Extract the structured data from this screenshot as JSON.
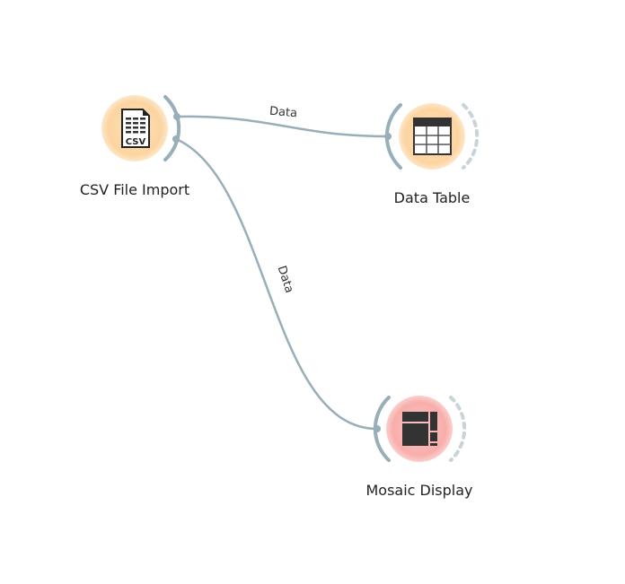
{
  "nodes": [
    {
      "id": "csv",
      "label": "CSV File Import",
      "icon": "csv-file-icon",
      "color": "#fcd9a6"
    },
    {
      "id": "table",
      "label": "Data Table",
      "icon": "table-icon",
      "color": "#fcd9a6"
    },
    {
      "id": "mosaic",
      "label": "Mosaic Display",
      "icon": "mosaic-icon",
      "color": "#f9b1ad"
    }
  ],
  "links": [
    {
      "from": "CSV File Import",
      "to": "Data Table",
      "label": "Data"
    },
    {
      "from": "CSV File Import",
      "to": "Mosaic Display",
      "label": "Data"
    }
  ],
  "icon_text": {
    "csv": "CSV"
  },
  "colors": {
    "link": "#98aeb8",
    "arc": "#98aeb8",
    "dashed_arc": "#c9d4d9"
  }
}
